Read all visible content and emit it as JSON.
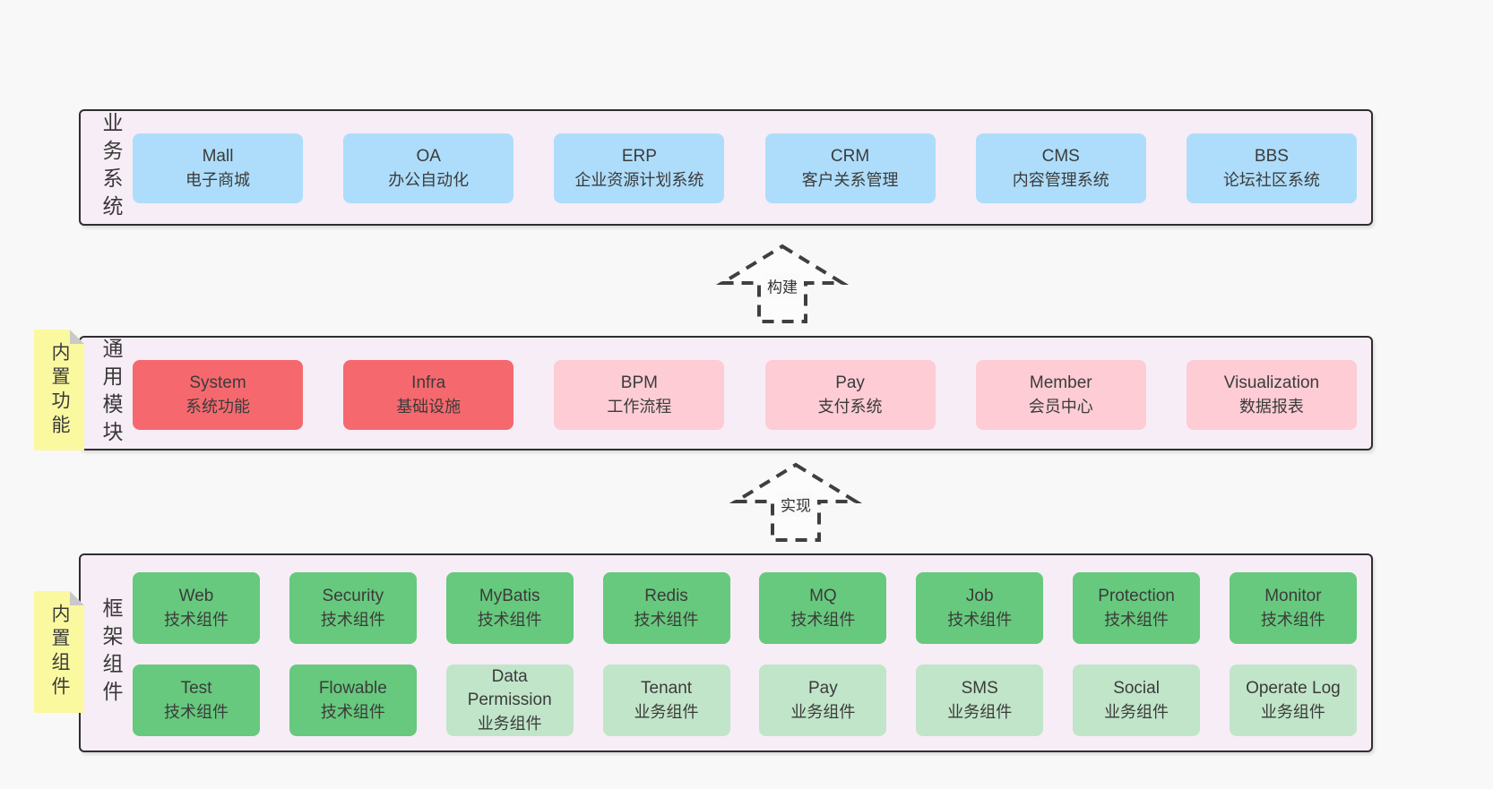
{
  "bands": [
    {
      "label": "业务系统",
      "boxes": [
        {
          "title": "Mall",
          "subtitle": "电子商城"
        },
        {
          "title": "OA",
          "subtitle": "办公自动化"
        },
        {
          "title": "ERP",
          "subtitle": "企业资源计划系统"
        },
        {
          "title": "CRM",
          "subtitle": "客户关系管理"
        },
        {
          "title": "CMS",
          "subtitle": "内容管理系统"
        },
        {
          "title": "BBS",
          "subtitle": "论坛社区系统"
        }
      ]
    },
    {
      "label": "通用模块",
      "sticky_note": "内置功能",
      "boxes": [
        {
          "title": "System",
          "subtitle": "系统功能"
        },
        {
          "title": "Infra",
          "subtitle": "基础设施"
        },
        {
          "title": "BPM",
          "subtitle": "工作流程"
        },
        {
          "title": "Pay",
          "subtitle": "支付系统"
        },
        {
          "title": "Member",
          "subtitle": "会员中心"
        },
        {
          "title": "Visualization",
          "subtitle": "数据报表"
        }
      ]
    },
    {
      "label": "框架组件",
      "sticky_note": "内置组件",
      "rows": [
        [
          {
            "title": "Web",
            "subtitle": "技术组件"
          },
          {
            "title": "Security",
            "subtitle": "技术组件"
          },
          {
            "title": "MyBatis",
            "subtitle": "技术组件"
          },
          {
            "title": "Redis",
            "subtitle": "技术组件"
          },
          {
            "title": "MQ",
            "subtitle": "技术组件"
          },
          {
            "title": "Job",
            "subtitle": "技术组件"
          },
          {
            "title": "Protection",
            "subtitle": "技术组件"
          },
          {
            "title": "Monitor",
            "subtitle": "技术组件"
          }
        ],
        [
          {
            "title": "Test",
            "subtitle": "技术组件"
          },
          {
            "title": "Flowable",
            "subtitle": "技术组件"
          },
          {
            "title": "Data Permission",
            "subtitle": "业务组件"
          },
          {
            "title": "Tenant",
            "subtitle": "业务组件"
          },
          {
            "title": "Pay",
            "subtitle": "业务组件"
          },
          {
            "title": "SMS",
            "subtitle": "业务组件"
          },
          {
            "title": "Social",
            "subtitle": "业务组件"
          },
          {
            "title": "Operate Log",
            "subtitle": "业务组件"
          }
        ]
      ]
    }
  ],
  "arrows": [
    {
      "label": "构建"
    },
    {
      "label": "实现"
    }
  ],
  "colors": {
    "page_background": "#f8f8f8",
    "band_background": "#f7edf6",
    "band_border": "#2e2e2e",
    "business_system_box": "#aeddfb",
    "core_module_box": "#f5696e",
    "module_box": "#fdccd4",
    "tech_component_box": "#67c97d",
    "biz_component_box": "#c1e5c9",
    "sticky_note": "#fbf9a0",
    "sticky_fold": "#c9c9c9",
    "arrow_stroke": "#3f3f3f"
  }
}
